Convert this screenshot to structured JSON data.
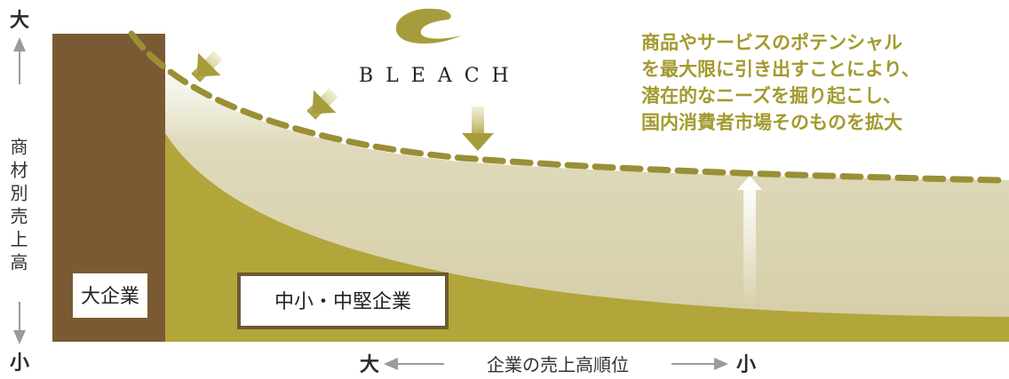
{
  "colors": {
    "large_enterprise": "#7a5a33",
    "sme_area": "#b2a53a",
    "potential_area": "#dcd6b4",
    "dashed_line": "#9a8f36",
    "arrow": "#b3a852",
    "description_text": "#a39a2e"
  },
  "y_axis": {
    "top_label": "大",
    "bottom_label": "小",
    "title": "商材別売上高"
  },
  "x_axis": {
    "left_label": "大",
    "right_label": "小",
    "title": "企業の売上高順位"
  },
  "segments": {
    "large_enterprise": "大企業",
    "sme": "中小・中堅企業"
  },
  "brand": {
    "name": "BLEACH",
    "logo_icon": "leaf-swoosh-icon"
  },
  "description": [
    "商品やサービスのポテンシャル",
    "を最大限に引き出すことにより、",
    "潜在的なニーズを掘り起こし、",
    "国内消費者市場そのものを拡大"
  ]
}
